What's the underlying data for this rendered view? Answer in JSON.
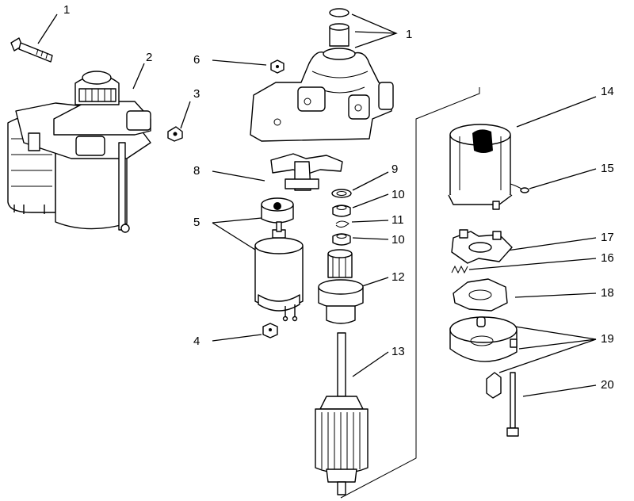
{
  "diagram": {
    "type": "exploded-parts-view",
    "callouts": [
      "1",
      "2",
      "3",
      "4",
      "5",
      "6",
      "1",
      "8",
      "9",
      "10",
      "11",
      "10",
      "12",
      "13",
      "14",
      "15",
      "17",
      "16",
      "18",
      "19",
      "20"
    ]
  }
}
